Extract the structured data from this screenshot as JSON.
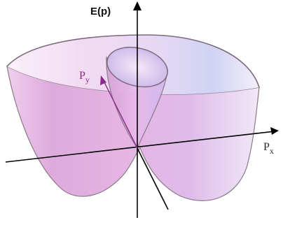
{
  "labels": {
    "energy_axis": "E(p)",
    "px_main": "P",
    "px_sub": "x",
    "py_main": "P",
    "py_sub": "y"
  },
  "colors": {
    "surface_pink": "#e7b3e6",
    "surface_lavender": "#d8cdf3",
    "rim": "#7a6a7a",
    "axis": "#000000",
    "py_axis": "#8a2a8a"
  }
}
